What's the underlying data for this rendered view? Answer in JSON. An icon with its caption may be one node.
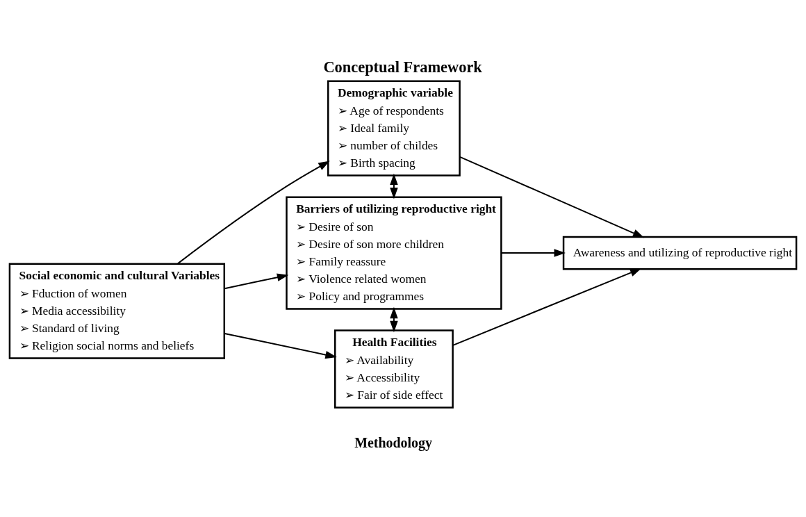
{
  "diagram": {
    "title": "Conceptual Framework",
    "nodes": [
      {
        "text": [
          "Social economic and cultural Variables",
          "➢ Fduction of women",
          "➢ Media accessibility",
          "➢ Standard of living",
          "➢ Religion social norms and beliefs"
        ]
      },
      {
        "text": [
          "Demographic variable",
          "➢ Age of respondents",
          "➢ Ideal family",
          "➢ number of childes",
          "➢ Birth spacing"
        ]
      },
      {
        "text": [
          "Barriers of utilizing reproductive right",
          "➢ Desire of son",
          "➢ Desire of son more children",
          "➢ Family reassure",
          "➢ Violence related women",
          "➢ Policy and programmes"
        ]
      },
      {
        "text": [
          "Health Facilities",
          "➢ Availability",
          "➢ Accessibility",
          "➢ Fair of side effect"
        ]
      },
      {
        "text": [
          "Awareness and utilizing of reproductive right"
        ]
      }
    ],
    "edges": [
      {
        "from": 0,
        "to": 1,
        "arrow": "to"
      },
      {
        "from": 0,
        "to": 2,
        "arrow": "to"
      },
      {
        "from": 0,
        "to": 3,
        "arrow": "to"
      },
      {
        "from": 1,
        "to": 2,
        "arrow": "both"
      },
      {
        "from": 2,
        "to": 3,
        "arrow": "both"
      },
      {
        "from": 1,
        "to": 4,
        "arrow": "to"
      },
      {
        "from": 2,
        "to": 4,
        "arrow": "to"
      },
      {
        "from": 3,
        "to": 4,
        "arrow": "to"
      }
    ],
    "labels": [
      "Methodology"
    ]
  }
}
